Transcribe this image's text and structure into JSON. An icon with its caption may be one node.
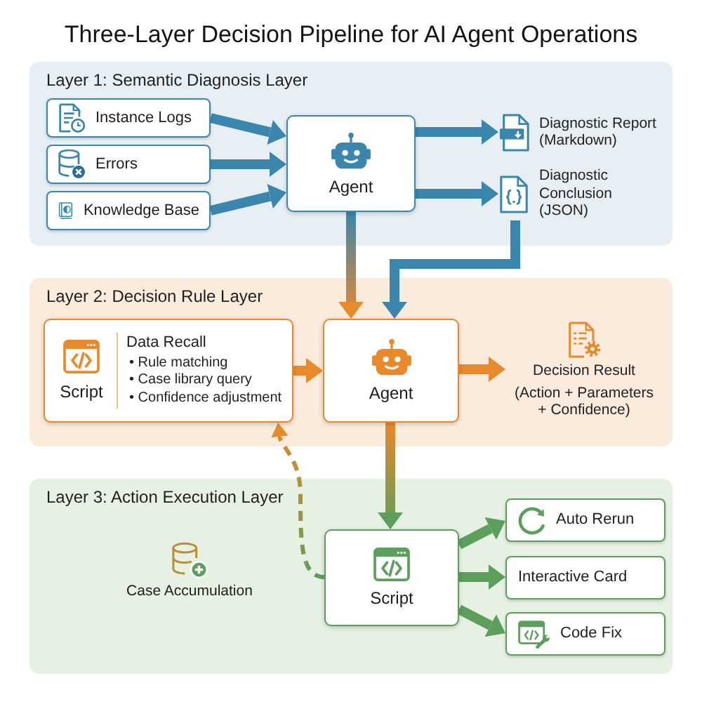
{
  "diagram": {
    "title": "Three-Layer Decision Pipeline for AI Agent Operations",
    "nodes": [
      {
        "text": [
          "Layer 1: Semantic Diagnosis Layer"
        ]
      },
      {
        "text": [
          "Instance Logs"
        ],
        "in": 0
      },
      {
        "text": [
          "Errors"
        ],
        "in": 0
      },
      {
        "text": [
          "Knowledge Base"
        ],
        "in": 0
      },
      {
        "text": [
          "Agent"
        ],
        "in": 0
      },
      {
        "text": [
          "Diagnostic Report (Markdown)"
        ],
        "in": 0
      },
      {
        "text": [
          "Diagnostic Conclusion (JSON)"
        ],
        "in": 0
      },
      {
        "text": [
          "Layer 2: Decision Rule Layer"
        ]
      },
      {
        "text": [
          "Script",
          "Data Recall",
          "• Rule matching",
          "• Case library query",
          "• Confidence adjustment"
        ],
        "in": 7
      },
      {
        "text": [
          "Agent"
        ],
        "in": 7
      },
      {
        "text": [
          "Decision Result",
          "(Action + Parameters + Confidence)"
        ],
        "in": 7
      },
      {
        "text": [
          "Layer 3: Action Execution Layer"
        ]
      },
      {
        "text": [
          "Script"
        ],
        "in": 11
      },
      {
        "text": [
          "Auto Rerun"
        ],
        "in": 11
      },
      {
        "text": [
          "Interactive Card"
        ],
        "in": 11
      },
      {
        "text": [
          "Code Fix"
        ],
        "in": 11
      }
    ],
    "edges": [
      {
        "from": 1,
        "to": 4,
        "arrow": "to"
      },
      {
        "from": 2,
        "to": 4,
        "arrow": "to"
      },
      {
        "from": 3,
        "to": 4,
        "arrow": "to"
      },
      {
        "from": 4,
        "to": 5,
        "arrow": "to"
      },
      {
        "from": 4,
        "to": 6,
        "arrow": "to"
      },
      {
        "from": 4,
        "to": 9,
        "arrow": "to",
        "color": "#e8892b"
      },
      {
        "from": 6,
        "to": 9,
        "arrow": "to"
      },
      {
        "from": 8,
        "to": 9,
        "arrow": "to",
        "color": "#e8892b"
      },
      {
        "from": 9,
        "to": 10,
        "arrow": "to",
        "color": "#e8892b"
      },
      {
        "from": 9,
        "to": 12,
        "arrow": "to",
        "color": "#5c9e5c"
      },
      {
        "from": 12,
        "to": 13,
        "arrow": "to",
        "color": "#5c9e5c"
      },
      {
        "from": 12,
        "to": 14,
        "arrow": "to",
        "color": "#5c9e5c"
      },
      {
        "from": 12,
        "to": 15,
        "arrow": "to",
        "color": "#5c9e5c"
      },
      {
        "from": 12,
        "to": 8,
        "arrow": "to",
        "style": "dashed",
        "color": "#e8892b"
      }
    ],
    "labels": [
      "Case Accumulation"
    ]
  }
}
